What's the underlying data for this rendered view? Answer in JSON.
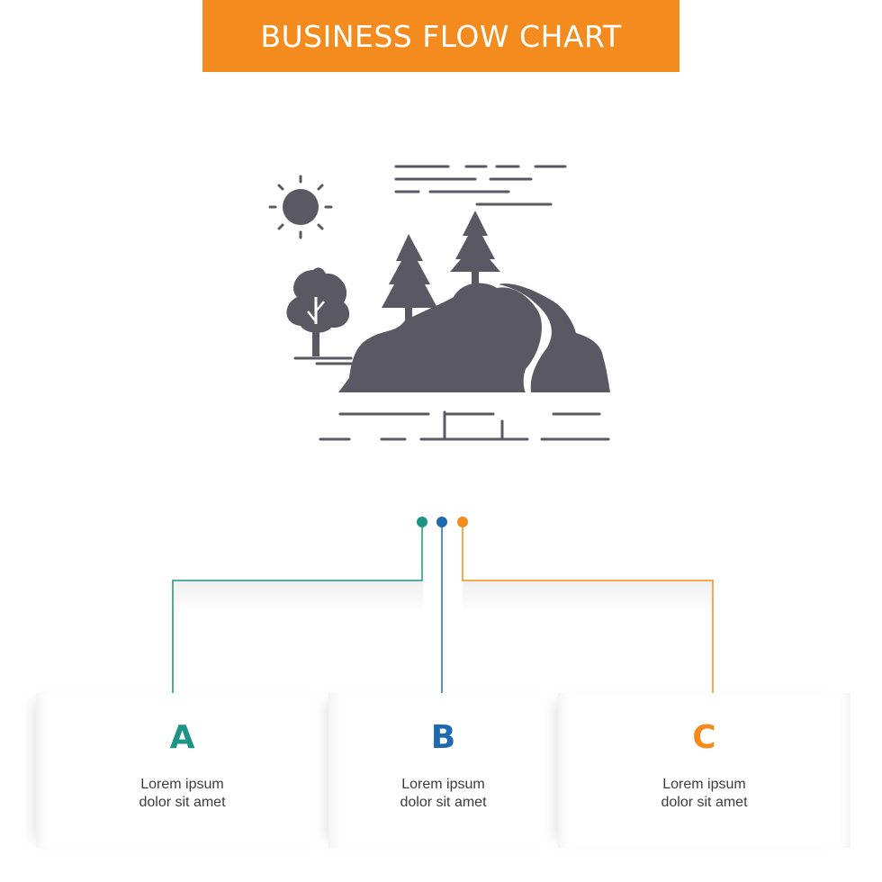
{
  "title": "BUSINESS FLOW CHART",
  "colors": {
    "banner": "#F38B1E",
    "a": "#1E9484",
    "b": "#1F6AAE",
    "c": "#F38B1E",
    "icon": "#5A5963"
  },
  "hero_icon": "landscape-hill-trees-sun-icon",
  "steps": [
    {
      "letter": "A",
      "line1": "Lorem ipsum",
      "line2": "dolor sit amet"
    },
    {
      "letter": "B",
      "line1": "Lorem ipsum",
      "line2": "dolor sit amet"
    },
    {
      "letter": "C",
      "line1": "Lorem ipsum",
      "line2": "dolor sit amet"
    }
  ]
}
